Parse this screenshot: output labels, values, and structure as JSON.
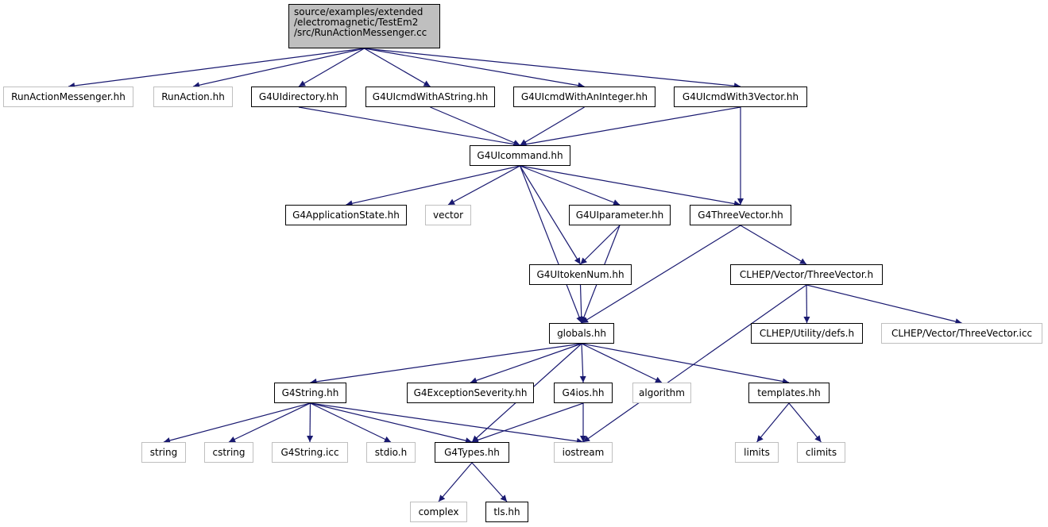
{
  "diagram": {
    "root": {
      "id": "root",
      "lines": [
        "source/examples/extended",
        "/electromagnetic/TestEm2",
        "/src/RunActionMessenger.cc"
      ]
    },
    "nodes": [
      {
        "id": "RunActionMessengerHH",
        "label": "RunActionMessenger.hh",
        "documented": false
      },
      {
        "id": "RunActionHH",
        "label": "RunAction.hh",
        "documented": false
      },
      {
        "id": "G4UIdirectory",
        "label": "G4UIdirectory.hh",
        "documented": true
      },
      {
        "id": "G4UIcmdWithAString",
        "label": "G4UIcmdWithAString.hh",
        "documented": true
      },
      {
        "id": "G4UIcmdWithAnInteger",
        "label": "G4UIcmdWithAnInteger.hh",
        "documented": true
      },
      {
        "id": "G4UIcmdWith3Vector",
        "label": "G4UIcmdWith3Vector.hh",
        "documented": true
      },
      {
        "id": "G4UIcommand",
        "label": "G4UIcommand.hh",
        "documented": true
      },
      {
        "id": "G4ApplicationState",
        "label": "G4ApplicationState.hh",
        "documented": true
      },
      {
        "id": "vector",
        "label": "vector",
        "documented": false
      },
      {
        "id": "G4UIparameter",
        "label": "G4UIparameter.hh",
        "documented": true
      },
      {
        "id": "G4ThreeVector",
        "label": "G4ThreeVector.hh",
        "documented": true
      },
      {
        "id": "G4UItokenNum",
        "label": "G4UItokenNum.hh",
        "documented": true
      },
      {
        "id": "CLHEPThreeVectorH",
        "label": "CLHEP/Vector/ThreeVector.h",
        "documented": true
      },
      {
        "id": "globals",
        "label": "globals.hh",
        "documented": true
      },
      {
        "id": "CLHEPdefs",
        "label": "CLHEP/Utility/defs.h",
        "documented": true
      },
      {
        "id": "CLHEPThreeVectorIcc",
        "label": "CLHEP/Vector/ThreeVector.icc",
        "documented": false
      },
      {
        "id": "G4String",
        "label": "G4String.hh",
        "documented": true
      },
      {
        "id": "G4ExceptionSeverity",
        "label": "G4ExceptionSeverity.hh",
        "documented": true
      },
      {
        "id": "G4ios",
        "label": "G4ios.hh",
        "documented": true
      },
      {
        "id": "algorithm",
        "label": "algorithm",
        "documented": false
      },
      {
        "id": "templates",
        "label": "templates.hh",
        "documented": true
      },
      {
        "id": "string",
        "label": "string",
        "documented": false
      },
      {
        "id": "cstring",
        "label": "cstring",
        "documented": false
      },
      {
        "id": "G4StringIcc",
        "label": "G4String.icc",
        "documented": false
      },
      {
        "id": "stdio",
        "label": "stdio.h",
        "documented": false
      },
      {
        "id": "G4Types",
        "label": "G4Types.hh",
        "documented": true
      },
      {
        "id": "iostream",
        "label": "iostream",
        "documented": false
      },
      {
        "id": "limits",
        "label": "limits",
        "documented": false
      },
      {
        "id": "climits",
        "label": "climits",
        "documented": false
      },
      {
        "id": "complex",
        "label": "complex",
        "documented": false
      },
      {
        "id": "tls",
        "label": "tls.hh",
        "documented": true
      }
    ],
    "edges": [
      [
        "root",
        "RunActionMessengerHH"
      ],
      [
        "root",
        "RunActionHH"
      ],
      [
        "root",
        "G4UIdirectory"
      ],
      [
        "root",
        "G4UIcmdWithAString"
      ],
      [
        "root",
        "G4UIcmdWithAnInteger"
      ],
      [
        "root",
        "G4UIcmdWith3Vector"
      ],
      [
        "G4UIdirectory",
        "G4UIcommand"
      ],
      [
        "G4UIcmdWithAString",
        "G4UIcommand"
      ],
      [
        "G4UIcmdWithAnInteger",
        "G4UIcommand"
      ],
      [
        "G4UIcmdWith3Vector",
        "G4UIcommand"
      ],
      [
        "G4UIcmdWith3Vector",
        "G4ThreeVector"
      ],
      [
        "G4UIcommand",
        "G4ApplicationState"
      ],
      [
        "G4UIcommand",
        "vector"
      ],
      [
        "G4UIcommand",
        "G4UIparameter"
      ],
      [
        "G4UIcommand",
        "G4ThreeVector"
      ],
      [
        "G4UIcommand",
        "G4UItokenNum"
      ],
      [
        "G4UIcommand",
        "globals"
      ],
      [
        "G4UIparameter",
        "G4UItokenNum"
      ],
      [
        "G4UIparameter",
        "globals"
      ],
      [
        "G4UItokenNum",
        "globals"
      ],
      [
        "G4ThreeVector",
        "globals"
      ],
      [
        "G4ThreeVector",
        "CLHEPThreeVectorH"
      ],
      [
        "CLHEPThreeVectorH",
        "CLHEPdefs"
      ],
      [
        "CLHEPThreeVectorH",
        "CLHEPThreeVectorIcc"
      ],
      [
        "CLHEPThreeVectorH",
        "iostream"
      ],
      [
        "globals",
        "G4String"
      ],
      [
        "globals",
        "G4ExceptionSeverity"
      ],
      [
        "globals",
        "G4ios"
      ],
      [
        "globals",
        "algorithm"
      ],
      [
        "globals",
        "templates"
      ],
      [
        "globals",
        "G4Types"
      ],
      [
        "G4String",
        "string"
      ],
      [
        "G4String",
        "cstring"
      ],
      [
        "G4String",
        "G4StringIcc"
      ],
      [
        "G4String",
        "stdio"
      ],
      [
        "G4String",
        "G4Types"
      ],
      [
        "G4String",
        "iostream"
      ],
      [
        "G4ios",
        "G4Types"
      ],
      [
        "G4ios",
        "iostream"
      ],
      [
        "templates",
        "limits"
      ],
      [
        "templates",
        "climits"
      ],
      [
        "G4Types",
        "complex"
      ],
      [
        "G4Types",
        "tls"
      ]
    ],
    "colors": {
      "edge": "#191970",
      "documented_border": "#000000",
      "undocumented_border": "#bfbfbf",
      "root_fill": "#bfbfbf"
    }
  }
}
